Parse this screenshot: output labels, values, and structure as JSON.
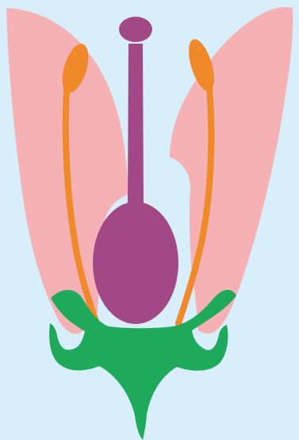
{
  "diagram": {
    "labels": [],
    "colors": {
      "background": "#d8effb",
      "petal": "#f5b1b3",
      "pistil": "#a24886",
      "stamen": "#f0892a",
      "sepal_receptacle": "#1fa95a"
    },
    "parts": [
      "petal-left",
      "petal-right",
      "stigma",
      "style",
      "ovary",
      "filament-left",
      "filament-right",
      "anther-left",
      "anther-right",
      "receptacle-sepal-stem"
    ]
  }
}
